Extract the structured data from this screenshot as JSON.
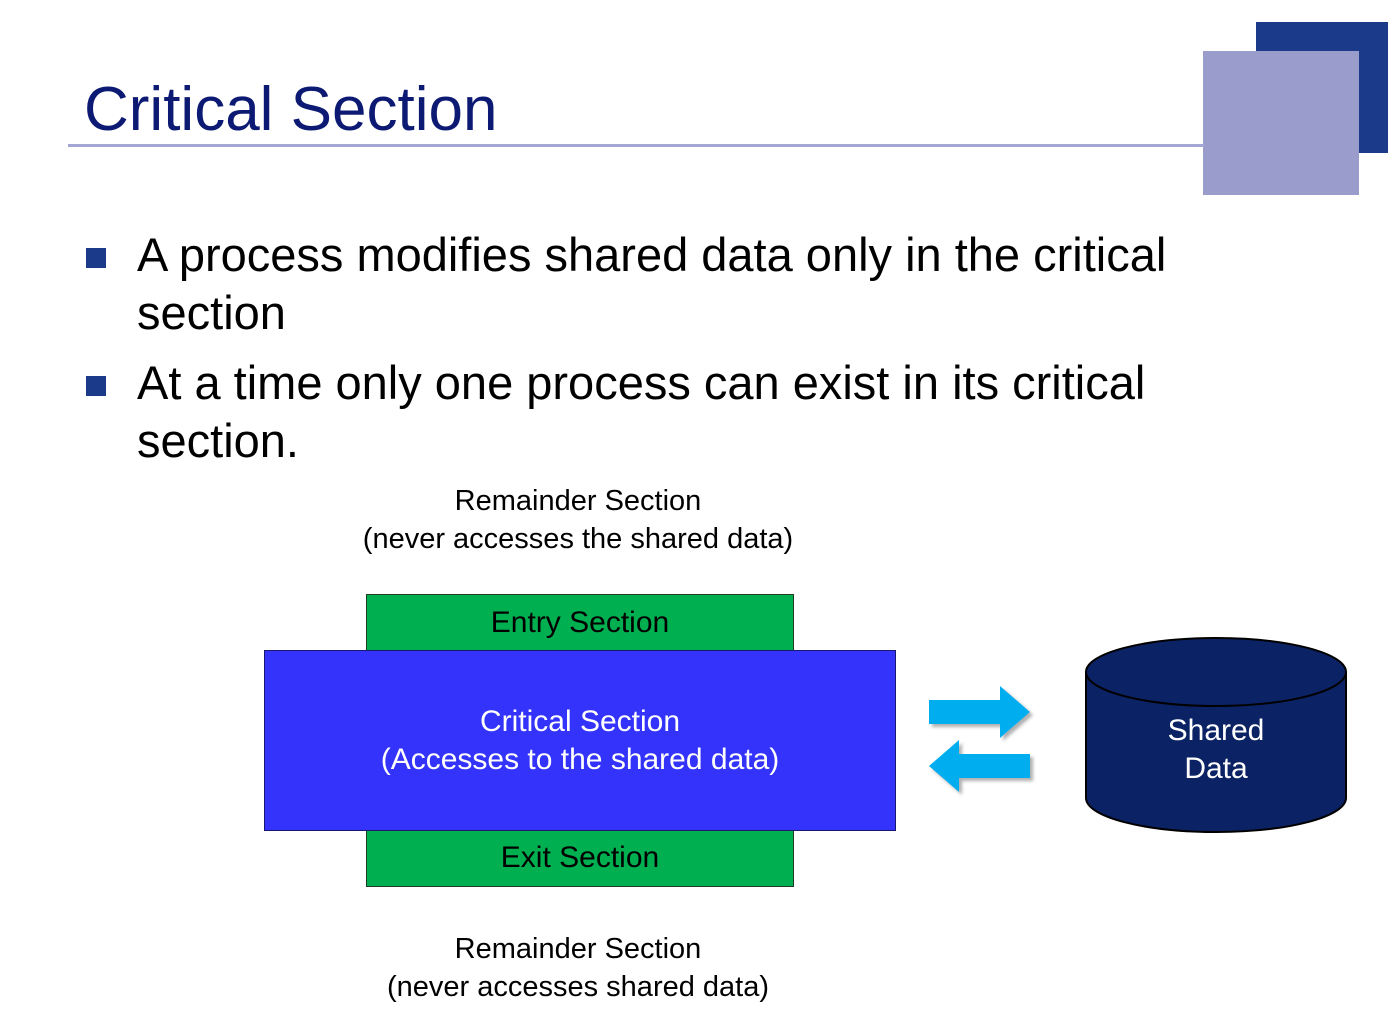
{
  "slide": {
    "title": "Critical Section",
    "bullets": [
      "A process modifies shared data only in the critical section",
      "At a time only one process can exist in its critical section."
    ]
  },
  "diagram": {
    "remainder_top": {
      "line1": "Remainder Section",
      "line2": "(never accesses the shared data)"
    },
    "entry_section": "Entry Section",
    "critical_section": {
      "line1": "Critical Section",
      "line2": "(Accesses to the shared data)"
    },
    "exit_section": "Exit Section",
    "remainder_bottom": {
      "line1": "Remainder Section",
      "line2": "(never accesses shared data)"
    },
    "shared_data": {
      "line1": "Shared",
      "line2": "Data"
    },
    "icons": [
      "arrow-right-icon",
      "arrow-left-icon",
      "database-cylinder-icon"
    ]
  },
  "colors": {
    "title": "#0d1a73",
    "accent_dark": "#1c3a8a",
    "accent_light": "#9a9ccb",
    "entry_exit_box": "#00af50",
    "critical_box": "#3333fb",
    "arrows": "#00aeef",
    "database": "#0b2365"
  }
}
